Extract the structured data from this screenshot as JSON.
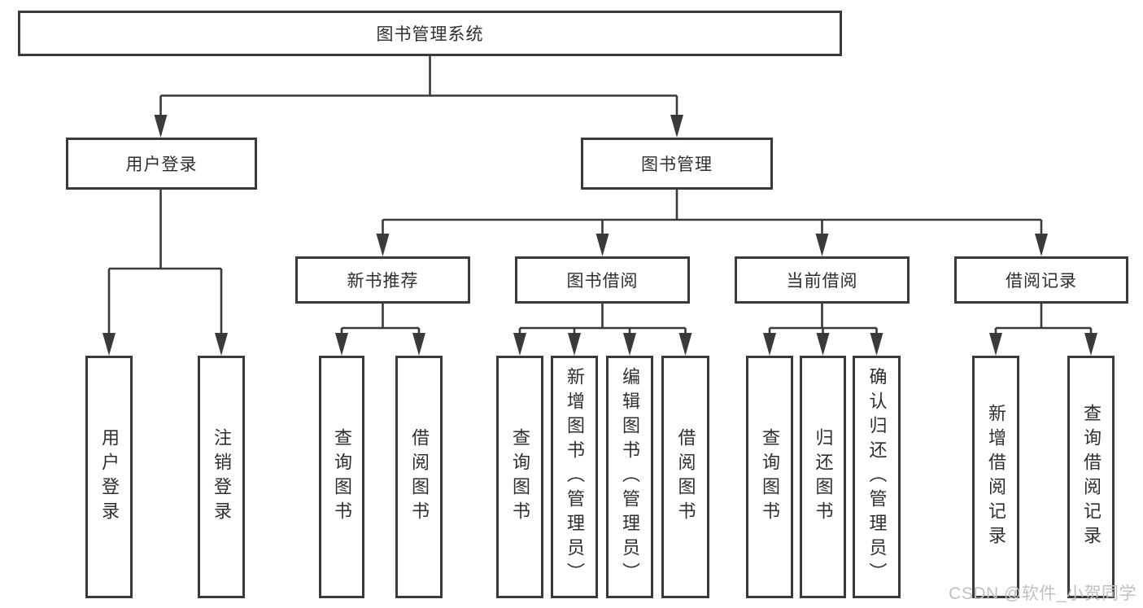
{
  "colors": {
    "line": "#3a3a3a",
    "text": "#2f2f2f",
    "watermark": "#c0c0c0",
    "bg": "#ffffff"
  },
  "diagram": {
    "title": "图书管理系统",
    "branches": [
      {
        "label": "用户登录",
        "leaves": [
          "用户登录",
          "注销登录"
        ]
      },
      {
        "label": "图书管理",
        "groups": [
          {
            "label": "新书推荐",
            "leaves": [
              "查询图书",
              "借阅图书"
            ]
          },
          {
            "label": "图书借阅",
            "leaves": [
              "查询图书",
              "新增图书（管理员）",
              "编辑图书（管理员）",
              "借阅图书"
            ]
          },
          {
            "label": "当前借阅",
            "leaves": [
              "查询图书",
              "归还图书",
              "确认归还（管理员）"
            ]
          },
          {
            "label": "借阅记录",
            "leaves": [
              "新增借阅记录",
              "查询借阅记录"
            ]
          }
        ]
      }
    ]
  },
  "watermark": {
    "text": "CSDN @软件_小贺同学"
  }
}
